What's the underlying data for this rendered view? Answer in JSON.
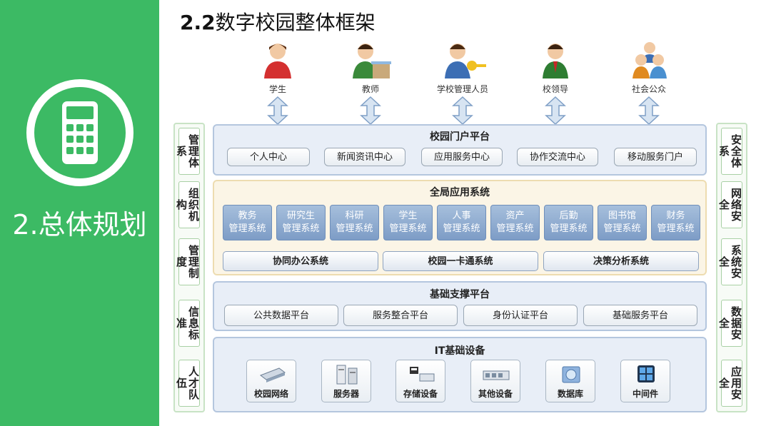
{
  "sidebar": {
    "section_title": "2.总体规划",
    "icon": "calculator-icon"
  },
  "slide": {
    "title_prefix": "2.2",
    "title": "数字校园整体框架"
  },
  "roles": [
    "学生",
    "教师",
    "学校管理人员",
    "校领导",
    "社会公众"
  ],
  "left_column": [
    "管理体系",
    "组织机构",
    "管理制度",
    "信息标准",
    "人才队伍"
  ],
  "right_column": [
    "安全体系",
    "网络安全",
    "系统安全",
    "数据安全",
    "应用安全"
  ],
  "portal": {
    "title": "校园门户平台",
    "items": [
      "个人中心",
      "新闻资讯中心",
      "应用服务中心",
      "协作交流中心",
      "移动服务门户"
    ]
  },
  "global_apps": {
    "title": "全局应用系统",
    "systems": [
      [
        "教务",
        "管理系统"
      ],
      [
        "研究生",
        "管理系统"
      ],
      [
        "科研",
        "管理系统"
      ],
      [
        "学生",
        "管理系统"
      ],
      [
        "人事",
        "管理系统"
      ],
      [
        "资产",
        "管理系统"
      ],
      [
        "后勤",
        "管理系统"
      ],
      [
        "图书馆",
        "管理系统"
      ],
      [
        "财务",
        "管理系统"
      ]
    ],
    "bars": [
      "协同办公系统",
      "校园一卡通系统",
      "决策分析系统"
    ]
  },
  "support": {
    "title": "基础支撑平台",
    "items": [
      "公共数据平台",
      "服务整合平台",
      "身份认证平台",
      "基础服务平台"
    ]
  },
  "it_infra": {
    "title": "IT基础设备",
    "items": [
      "校园网络",
      "服务器",
      "存储设备",
      "其他设备",
      "数据库",
      "中间件"
    ]
  },
  "colors": {
    "green": "#3cba64",
    "system_blue": "#7d9cc6",
    "portal_bg": "#e8eef7",
    "apps_bg": "#fbf5e6"
  }
}
